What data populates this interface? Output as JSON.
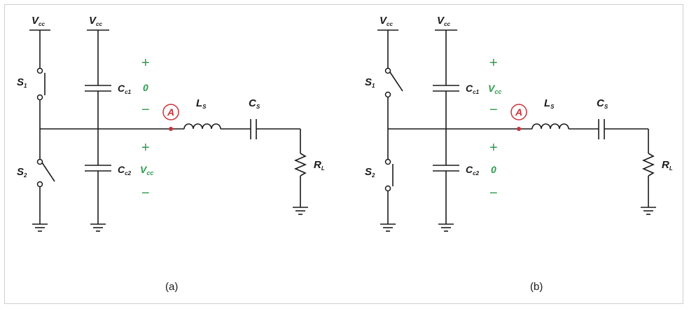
{
  "panel_a": {
    "vcc1_main": "V",
    "vcc1_sub": "cc",
    "vcc2_main": "V",
    "vcc2_sub": "cc",
    "s1_main": "S",
    "s1_sub": "1",
    "s2_main": "S",
    "s2_sub": "2",
    "cc1_main": "C",
    "cc1_sub": "c1",
    "cc2_main": "C",
    "cc2_sub": "c2",
    "top_plus": "+",
    "top_value": "0",
    "top_minus": "−",
    "bot_plus": "+",
    "bot_value_main": "V",
    "bot_value_sub": "cc",
    "bot_minus": "−",
    "node": "A",
    "ls_main": "L",
    "ls_sub": "S",
    "cs_main": "C",
    "cs_sub": "S",
    "rl_main": "R",
    "rl_sub": "L",
    "caption": "(a)"
  },
  "panel_b": {
    "vcc1_main": "V",
    "vcc1_sub": "cc",
    "vcc2_main": "V",
    "vcc2_sub": "cc",
    "s1_main": "S",
    "s1_sub": "1",
    "s2_main": "S",
    "s2_sub": "2",
    "cc1_main": "C",
    "cc1_sub": "c1",
    "cc2_main": "C",
    "cc2_sub": "c2",
    "top_plus": "+",
    "top_value_main": "V",
    "top_value_sub": "cc",
    "top_minus": "−",
    "bot_plus": "+",
    "bot_value": "0",
    "bot_minus": "−",
    "node": "A",
    "ls_main": "L",
    "ls_sub": "S",
    "cs_main": "C",
    "cs_sub": "S",
    "rl_main": "R",
    "rl_sub": "L",
    "caption": "(b)"
  },
  "colors": {
    "wire": "#1a1a1a",
    "voltage": "#2e9b4e",
    "node": "#c8323a"
  }
}
